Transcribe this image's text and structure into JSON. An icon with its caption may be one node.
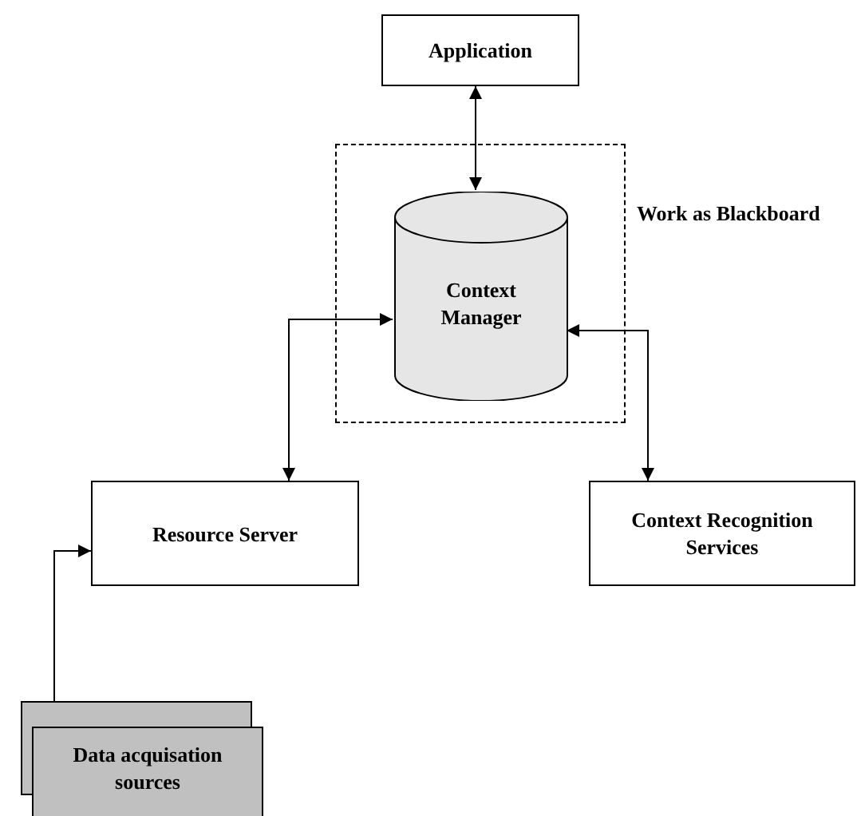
{
  "diagram": {
    "nodes": [
      {
        "text": [
          "Application"
        ]
      },
      {
        "text": [
          "Work as Blackboard"
        ]
      },
      {
        "text": [
          "Context Manager"
        ],
        "in": 1
      },
      {
        "text": [
          "Resource Server"
        ]
      },
      {
        "text": [
          "Context Recognition Services"
        ]
      },
      {
        "text": [
          "Data acquisation sources"
        ]
      }
    ],
    "edges": [
      {
        "from": 0,
        "to": 2,
        "arrow": "both"
      },
      {
        "from": 2,
        "to": 3,
        "arrow": "both"
      },
      {
        "from": 2,
        "to": 4,
        "arrow": "both"
      },
      {
        "from": 5,
        "to": 3,
        "arrow": "to"
      }
    ]
  }
}
